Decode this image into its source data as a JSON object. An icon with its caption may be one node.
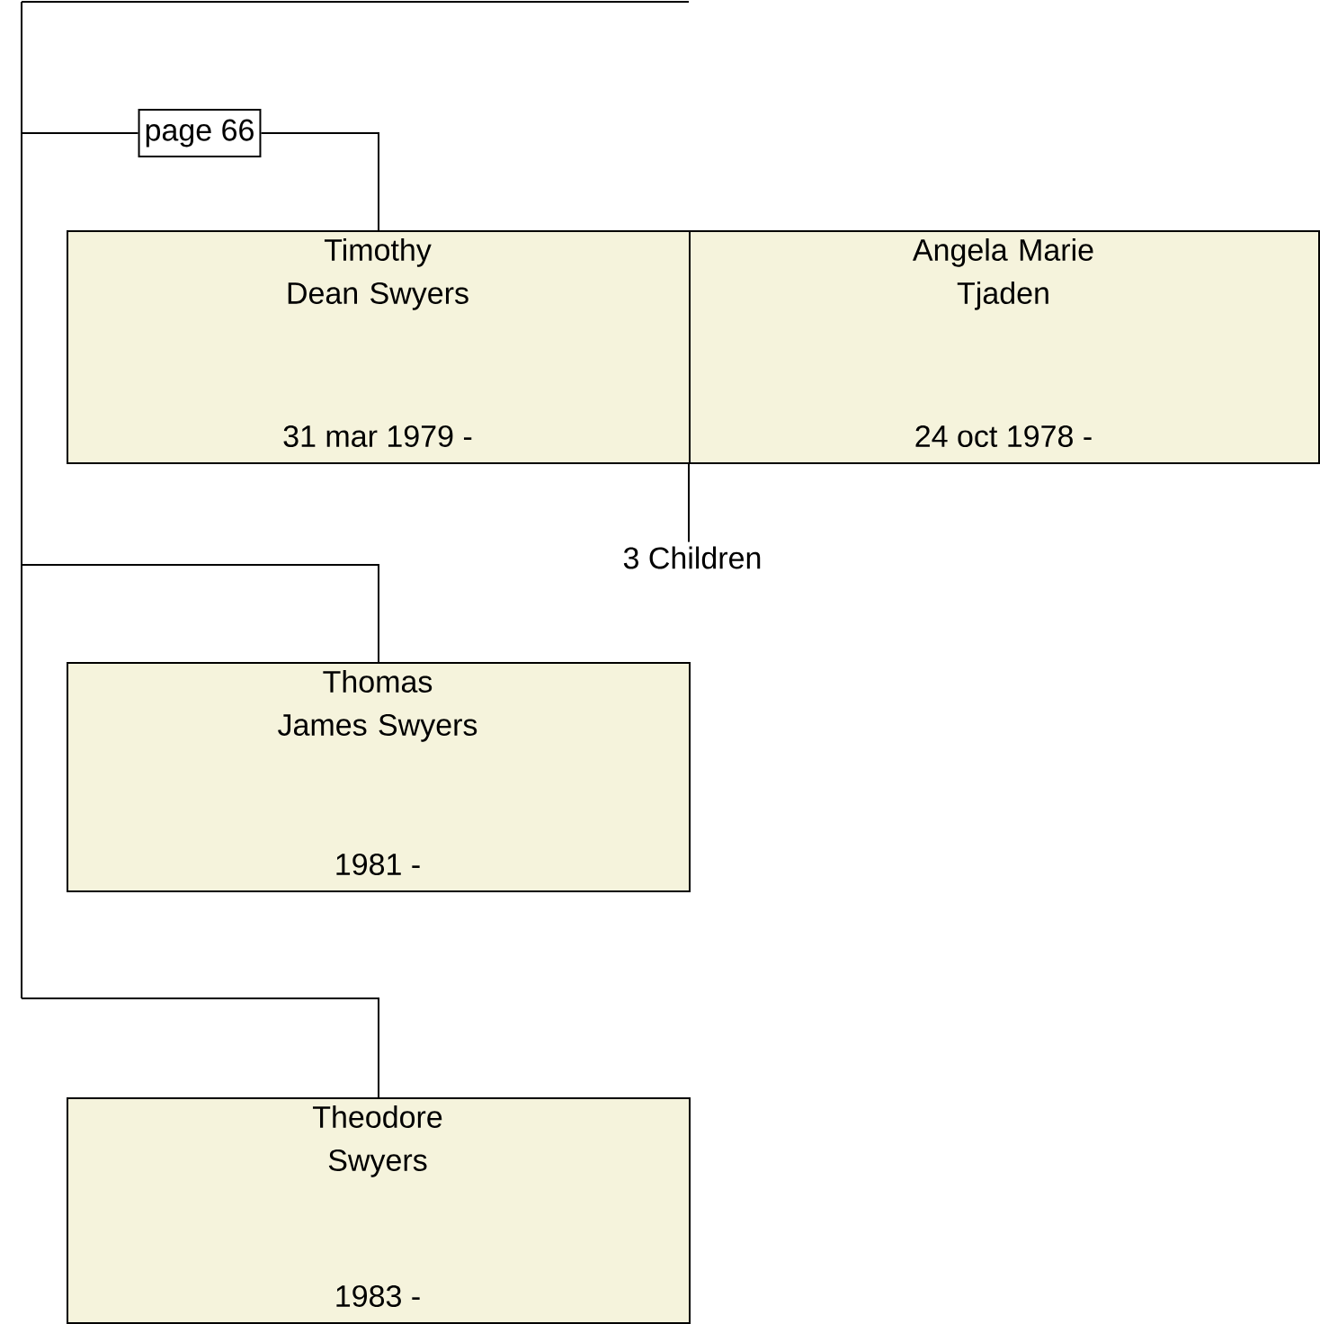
{
  "diagram": {
    "nodes": [
      {
        "text": [
          "page 66"
        ]
      },
      {
        "text": [
          "Timothy Dean Swyers",
          "31 mar 1979 -"
        ]
      },
      {
        "text": [
          "Angela Marie Tjaden",
          "24 oct 1978 -"
        ]
      },
      {
        "text": [
          "Thomas James Swyers",
          "1981 -"
        ]
      },
      {
        "text": [
          "Theodore Swyers",
          "1983 -"
        ]
      },
      {
        "text": [
          "3 Children"
        ]
      }
    ],
    "edges": [
      {
        "from": null,
        "to": 0,
        "arrow": "none"
      },
      {
        "from": 0,
        "to": 1,
        "arrow": "none"
      },
      {
        "from": null,
        "to": 3,
        "arrow": "none"
      },
      {
        "from": null,
        "to": 4,
        "arrow": "none"
      },
      {
        "from": 1,
        "to": 5,
        "arrow": "none"
      },
      {
        "from": 2,
        "to": 5,
        "arrow": "none"
      }
    ]
  }
}
